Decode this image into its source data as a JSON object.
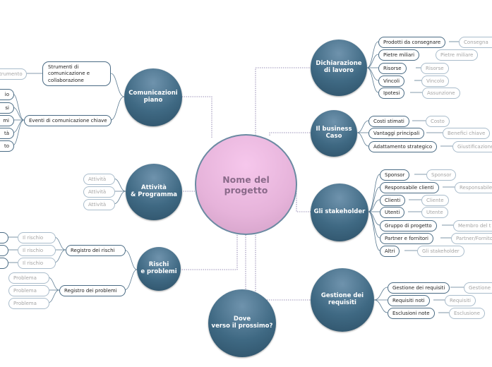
{
  "center": {
    "title": "Nome del\nprogetto"
  },
  "hubs": {
    "dichiarazione": {
      "label": "Dichiarazione\ndi lavoro"
    },
    "business": {
      "label": "Il business\nCaso"
    },
    "stakeholder": {
      "label": "Gli stakeholder"
    },
    "gestione": {
      "label": "Gestione dei\nrequisiti"
    },
    "dove": {
      "label": "Dove\nverso il prossimo?"
    },
    "comunicazioni": {
      "label": "Comunicazioni\npiano"
    },
    "attivita": {
      "label": "Attività\n& Programma"
    },
    "rischi": {
      "label": "Rischi\ne problemi"
    }
  },
  "dichiarazione_items": [
    {
      "label": "Prodotti da consegnare",
      "sub": "Consegna"
    },
    {
      "label": "Pietre miliari",
      "sub": "Pietre miliare"
    },
    {
      "label": "Risorse",
      "sub": "Risorse"
    },
    {
      "label": "Vincoli",
      "sub": "Vincolo"
    },
    {
      "label": "Ipotesi",
      "sub": "Assunzione"
    }
  ],
  "business_items": [
    {
      "label": "Costi stimati",
      "sub": "Costo"
    },
    {
      "label": "Vantaggi principali",
      "sub": "Benefici chiave"
    },
    {
      "label": "Adattamento strategico",
      "sub": "Giustificazione"
    }
  ],
  "stakeholder_items": [
    {
      "label": "Sponsor",
      "sub": "Sponsor"
    },
    {
      "label": "Responsabile clienti",
      "sub": "Responsabile"
    },
    {
      "label": "Clienti",
      "sub": "Cliente"
    },
    {
      "label": "Utenti",
      "sub": "Utente"
    },
    {
      "label": "Gruppo di progetto",
      "sub": "Membro del t"
    },
    {
      "label": "Partner e fornitori",
      "sub": "Partner/Fornito"
    },
    {
      "label": "Altri",
      "sub": "Gli stakeholder"
    }
  ],
  "gestione_items": [
    {
      "label": "Gestione dei requisiti",
      "sub": "Gestione"
    },
    {
      "label": "Requisiti noti",
      "sub": "Requisiti"
    },
    {
      "label": "Esclusioni note",
      "sub": "Esclusione"
    }
  ],
  "comunicazioni": {
    "strumenti": {
      "label": "Strumenti di\ncomunicazione e\ncollaborazione",
      "sub": "trumento"
    },
    "eventi": {
      "label": "Eventi di comunicazione chiave",
      "subs": [
        "io",
        "si",
        "mi",
        "tà",
        "to"
      ]
    }
  },
  "attivita_items": [
    "Attività",
    "Attività",
    "Attività"
  ],
  "rischi": {
    "registro_rischi": {
      "label": "Registro dei rischi",
      "subs": [
        "Il rischio",
        "Il rischio",
        "Il rischio"
      ]
    },
    "registro_problemi": {
      "label": "Registro dei problemi",
      "subs": [
        "Problema",
        "Problema",
        "Problema"
      ]
    }
  }
}
